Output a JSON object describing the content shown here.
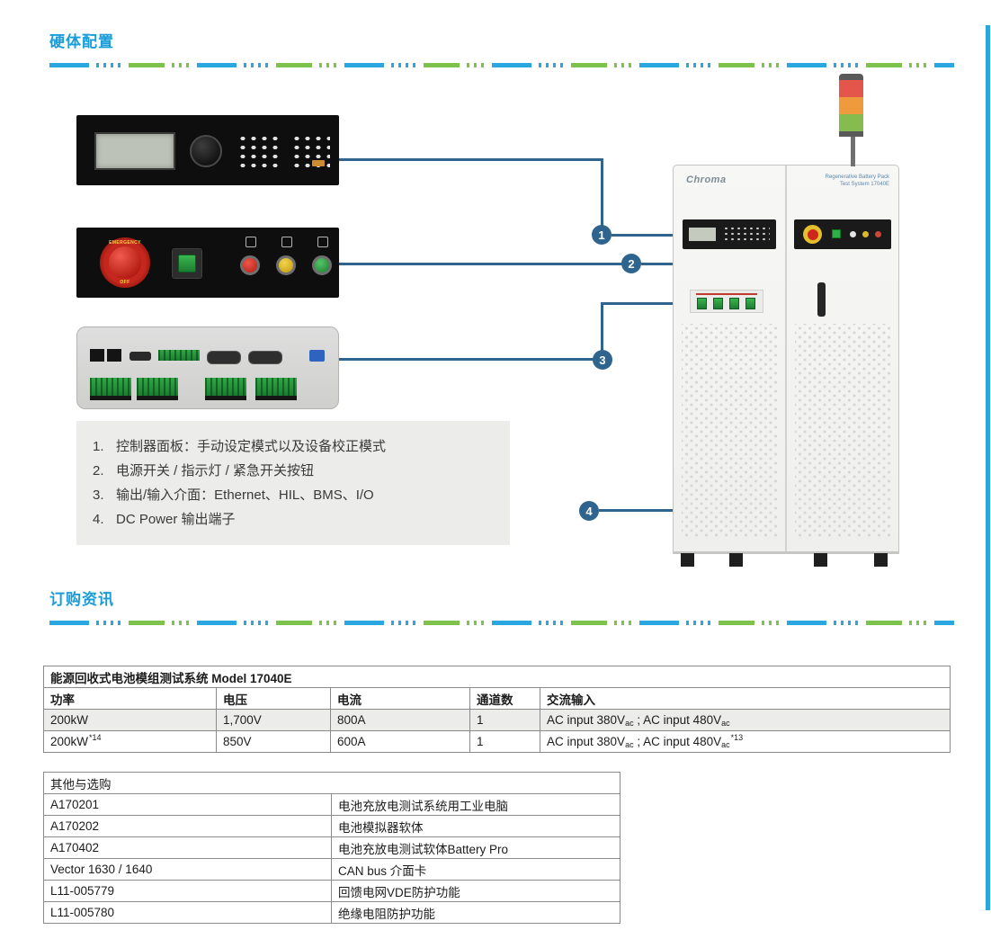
{
  "page": {
    "hardware_section_title": "硬体配置",
    "ordering_section_title": "订购资讯"
  },
  "colors": {
    "heading_blue": "#1b9cd8",
    "divider_blue": "#2aa7e0",
    "divider_green": "#7dc24a",
    "callout_blue": "#2f648e",
    "tower_red": "#e4564c",
    "tower_amber": "#f09a3e",
    "tower_green": "#86bb4f"
  },
  "hardware": {
    "callouts": [
      "1",
      "2",
      "3",
      "4"
    ],
    "notes": [
      {
        "num": "1.",
        "text": "控制器面板：手动设定模式以及设备校正模式"
      },
      {
        "num": "2.",
        "text": "电源开关 / 指示灯 / 紧急开关按钮"
      },
      {
        "num": "3.",
        "text": "输出/输入介面：Ethernet、HIL、BMS、I/O"
      },
      {
        "num": "4.",
        "text": "DC Power 输出端子"
      }
    ],
    "panel2": {
      "estop_top": "EMERGENCY",
      "estop_bottom": "OFF"
    }
  },
  "cabinet": {
    "brand": "Chroma",
    "label_line1": "Regenerative Battery Pack",
    "label_line2": "Test System 17040E"
  },
  "spec_table": {
    "title": "能源回收式电池模组测试系统 Model 17040E",
    "headers": [
      "功率",
      "电压",
      "电流",
      "通道数",
      "交流输入"
    ],
    "rows": [
      {
        "power": "200kW",
        "power_sup": "",
        "voltage": "1,700V",
        "current": "800A",
        "channels": "1",
        "ac1": "AC input 380V",
        "ac1_sub": "ac",
        "ac2": " ; AC input 480V",
        "ac2_sub": "ac",
        "ac_sup": ""
      },
      {
        "power": "200kW",
        "power_sup": "*14",
        "voltage": "850V",
        "current": "600A",
        "channels": "1",
        "ac1": "AC input 380V",
        "ac1_sub": "ac",
        "ac2": " ; AC input 480V",
        "ac2_sub": "ac",
        "ac_sup": "*13"
      }
    ]
  },
  "options_table": {
    "title": "其他与选购",
    "rows": [
      [
        "A170201",
        "电池充放电测试系统用工业电脑"
      ],
      [
        "A170202",
        "电池模拟器软体"
      ],
      [
        "A170402",
        "电池充放电测试软体Battery Pro"
      ],
      [
        "Vector 1630 / 1640",
        "CAN bus 介面卡"
      ],
      [
        "L11-005779",
        "回馈电网VDE防护功能"
      ],
      [
        "L11-005780",
        "绝缘电阻防护功能"
      ]
    ]
  }
}
